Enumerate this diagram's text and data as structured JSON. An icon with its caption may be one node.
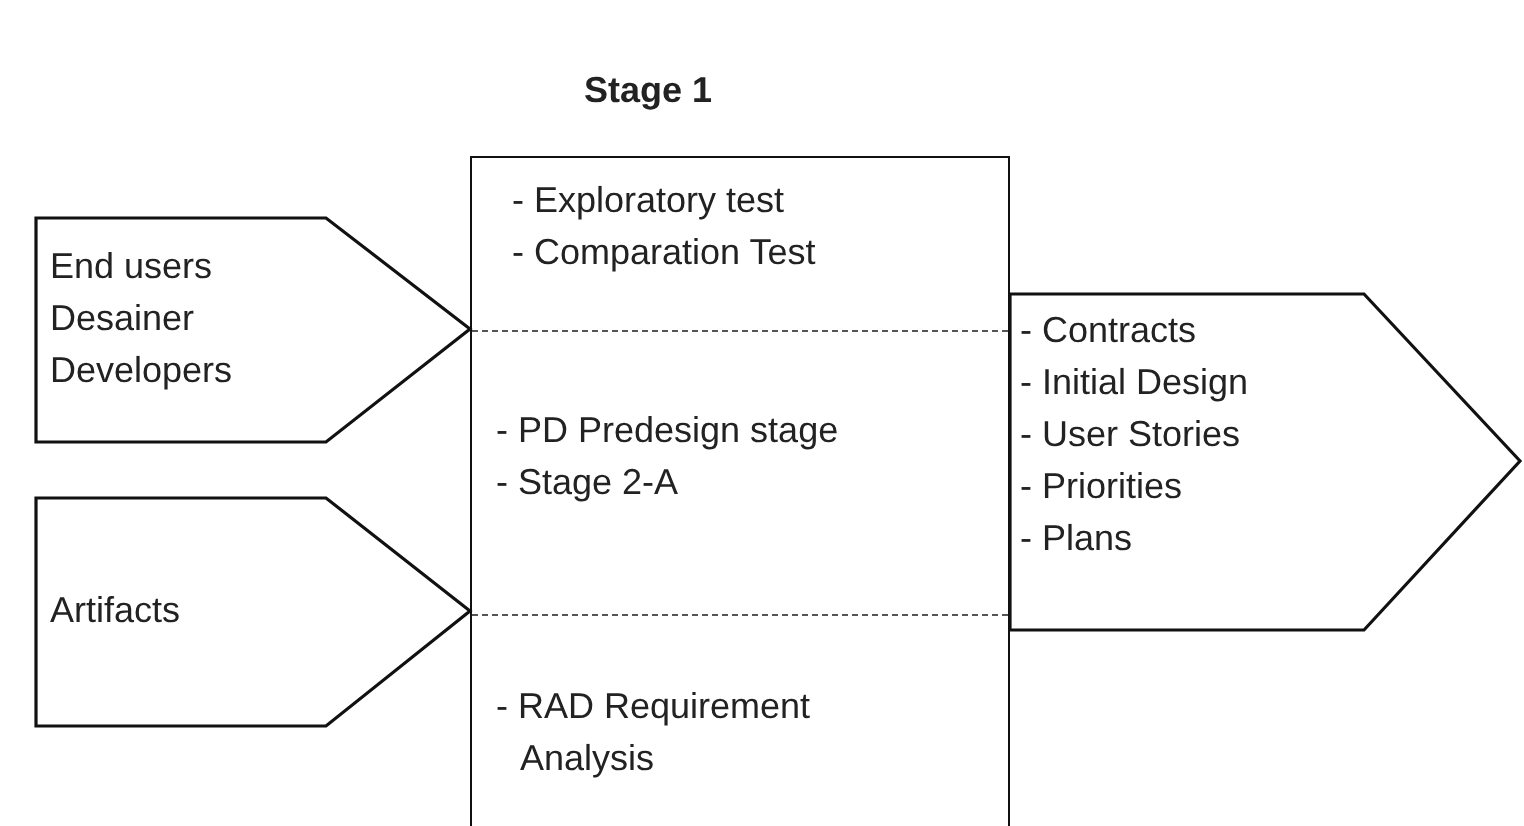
{
  "diagram": {
    "nodes": [
      {
        "text": [
          "Stage 1"
        ]
      },
      {
        "text": [
          "- Exploratory test",
          "- Comparation Test"
        ],
        "in": 0
      },
      {
        "text": [
          "- PD Predesign stage",
          "- Stage 2-A"
        ],
        "in": 0
      },
      {
        "text": [
          "- RAD Requirement Analysis"
        ],
        "in": 0
      },
      {
        "text": [
          "End users",
          "Desainer",
          "Developers"
        ]
      },
      {
        "text": [
          "Artifacts"
        ]
      },
      {
        "text": [
          "- Contracts",
          "- Initial Design",
          "- User Stories",
          "- Priorities",
          "- Plans"
        ]
      }
    ]
  }
}
